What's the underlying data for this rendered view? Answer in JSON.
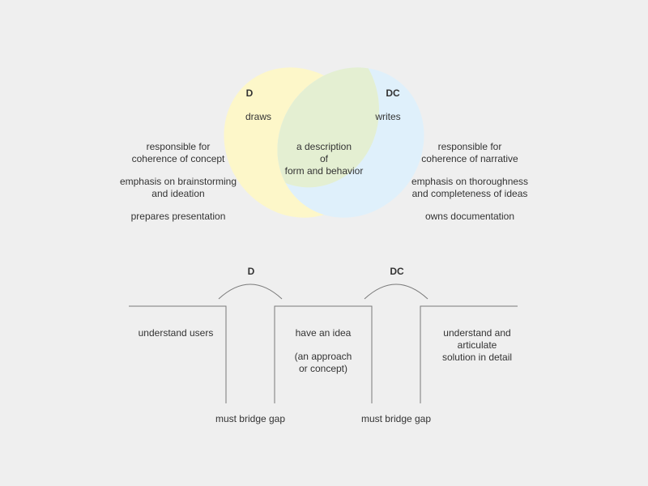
{
  "colors": {
    "background": "#efefef",
    "d_ellipse": "#fdf7c9",
    "dc_ellipse": "#dff0fb",
    "overlap": "#e4efd2",
    "line": "#7a7a7a",
    "text": "#333333"
  },
  "venn": {
    "d": {
      "title": "D",
      "verb": "draws"
    },
    "dc": {
      "title": "DC",
      "verb": "writes"
    },
    "overlap_text": "a description\nof\nform and behavior",
    "d_notes": [
      "responsible for\ncoherence of concept",
      "emphasis on brainstorming\nand ideation",
      "prepares presentation"
    ],
    "dc_notes": [
      "responsible for\ncoherence of narrative",
      "emphasis on thoroughness\nand completeness of ideas",
      "owns documentation"
    ]
  },
  "bridge": {
    "d_label": "D",
    "dc_label": "DC",
    "left_text": "understand users",
    "middle_text": "have an idea",
    "middle_subtext": "(an approach\nor concept)",
    "right_text": "understand and\narticulate\nsolution in detail",
    "gap1_label": "must bridge gap",
    "gap2_label": "must bridge gap"
  }
}
